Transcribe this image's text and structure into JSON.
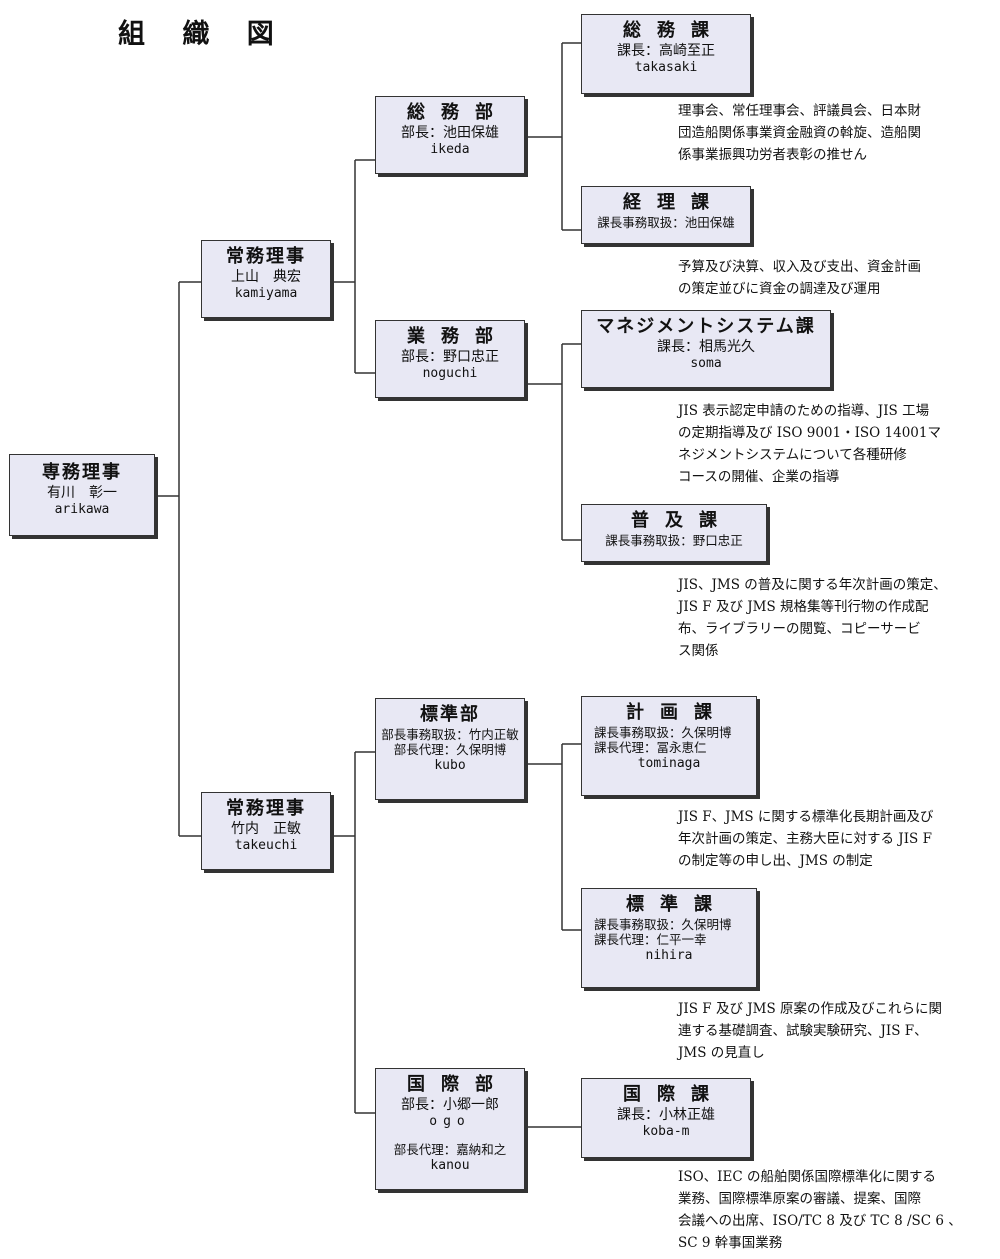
{
  "title": "組 織 図",
  "director": {
    "name": "専務理事",
    "person": "有川　彰一",
    "romaji": "arikawa"
  },
  "executive_1": {
    "name": "常務理事",
    "person": "上山　典宏",
    "romaji": "kamiyama"
  },
  "executive_2": {
    "name": "常務理事",
    "person": "竹内　正敏",
    "romaji": "takeuchi"
  },
  "dept_general": {
    "name": "総務部",
    "head": "部長：池田保雄",
    "romaji": "ikeda"
  },
  "dept_business": {
    "name": "業務部",
    "head": "部長：野口忠正",
    "romaji": "noguchi"
  },
  "dept_standards": {
    "name": "標準部",
    "head": "部長事務取扱：竹内正敏",
    "deputy": "部長代理：久保明博",
    "romaji": "kubo"
  },
  "dept_international": {
    "name": "国際部",
    "head": "部長：小郷一郎",
    "romaji": "ogo",
    "deputy": "部長代理：嘉納和之",
    "deputy_romaji": "kanou"
  },
  "sec_general_affairs": {
    "name": "総務課",
    "head": "課長：高崎至正",
    "romaji": "takasaki",
    "description": "理事会、常任理事会、評議員会、日本財\n団造船関係事業資金融資の斡旋、造船関\n係事業振興功労者表彰の推せん"
  },
  "sec_accounting": {
    "name": "経理課",
    "head": "課長事務取扱：池田保雄",
    "description": "予算及び決算、収入及び支出、資金計画\nの策定並びに資金の調達及び運用"
  },
  "sec_management": {
    "name": "マネジメントシステム課",
    "head": "課長：相馬光久",
    "romaji": "soma",
    "description": "JIS 表示認定申請のための指導、JIS 工場\nの定期指導及び ISO 9001・ISO 14001マ\nネジメントシステムについて各種研修\nコースの開催、企業の指導"
  },
  "sec_promotion": {
    "name": "普及課",
    "head": "課長事務取扱：野口忠正",
    "description": "JIS、JMS の普及に関する年次計画の策定、\nJIS F 及び JMS 規格集等刊行物の作成配\n布、ライブラリーの閲覧、コピーサービ\nス関係"
  },
  "sec_planning": {
    "name": "計画課",
    "head": "課長事務取扱：久保明博",
    "deputy": "課長代理：冨永恵仁",
    "romaji": "tominaga",
    "description": "JIS F、JMS に関する標準化長期計画及び\n年次計画の策定、主務大臣に対する JIS F\nの制定等の申し出、JMS の制定"
  },
  "sec_standards": {
    "name": "標準課",
    "head": "課長事務取扱：久保明博",
    "deputy": "課長代理：仁平一幸",
    "romaji": "nihira",
    "description": "JIS F 及び JMS 原案の作成及びこれらに関\n連する基礎調査、試験実験研究、JIS F、\nJMS の見直し"
  },
  "sec_international": {
    "name": "国際課",
    "head": "課長：小林正雄",
    "romaji": "koba-m",
    "description": "ISO、IEC の船舶関係国際標準化に関する\n業務、国際標準原案の審議、提案、国際\n会議への出席、ISO/TC 8 及び TC 8 /SC 6 、\nSC 9 幹事国業務"
  }
}
